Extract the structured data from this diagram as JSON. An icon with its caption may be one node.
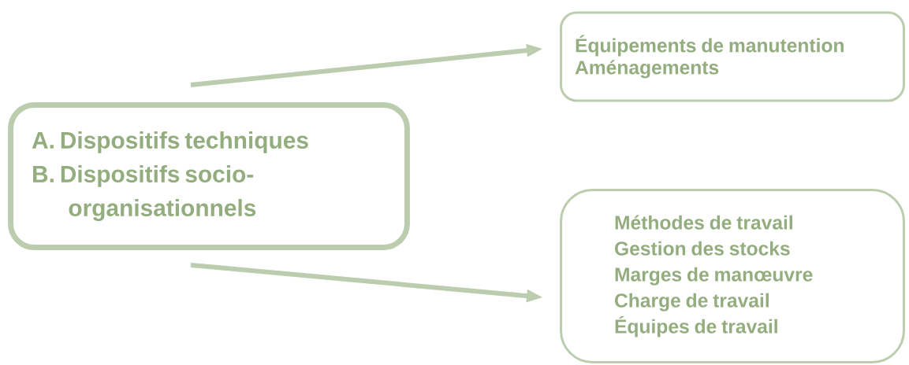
{
  "diagram": {
    "nodes": [
      {
        "text": [
          "A. Dispositifs techniques",
          "B. Dispositifs socio-organisationnels"
        ]
      },
      {
        "text": [
          "Équipements de manutention",
          "Aménagements"
        ]
      },
      {
        "text": [
          "Méthodes de travail",
          "Gestion des stocks",
          "Marges de manœuvre",
          "Charge de travail",
          "Équipes de travail"
        ]
      }
    ],
    "edges": [
      {
        "from": 0,
        "to": 1,
        "arrow": "to"
      },
      {
        "from": 0,
        "to": 2,
        "arrow": "to"
      }
    ]
  }
}
